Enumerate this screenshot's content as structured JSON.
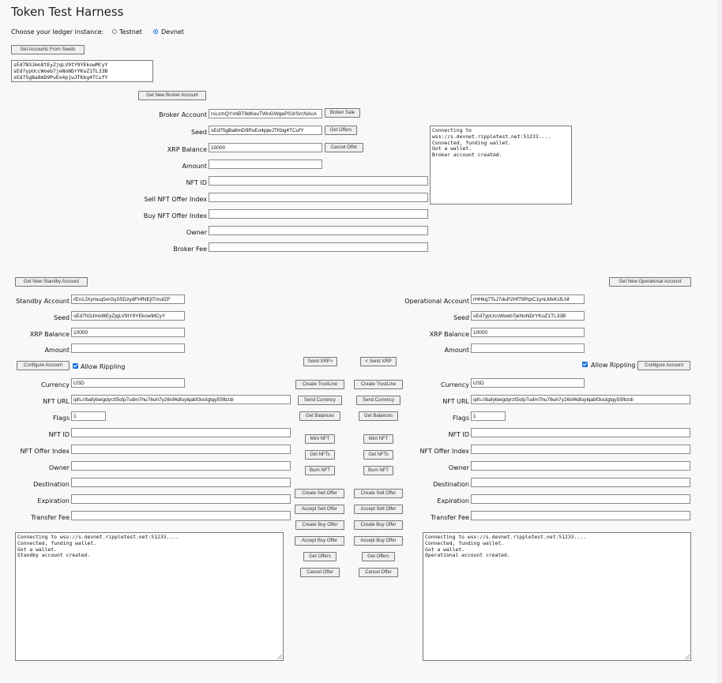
{
  "page": {
    "title": "Token Test Harness",
    "ledger_prompt": "Choose your ledger instance:",
    "ledger_options": [
      "Testnet",
      "Devnet"
    ],
    "ledger_selected": "Devnet"
  },
  "seeds": {
    "button": "Get Accounts From Seeds",
    "text": "sEd7N3Jmn8tEyZjqLV9tY9YEkowMCyY\nsEd7ypUccWoeb7jeNoNDrYKoZ1TL33B\nsEd75gBa8mD9PuEo4pjwJTKbg4TCufY"
  },
  "broker": {
    "new_button": "Get New Broker Account",
    "labels": {
      "account": "Broker Account",
      "seed": "Seed",
      "xrp_balance": "XRP Balance",
      "amount": "Amount",
      "nft_id": "NFT ID",
      "sell_offer_index": "Sell NFT Offer Index",
      "buy_offer_index": "Buy NFT Offer Index",
      "owner": "Owner",
      "broker_fee": "Broker Fee"
    },
    "values": {
      "account": "rsLcmQYshBT9dKeuTWoGWgePS3rSrcNAcA",
      "seed": "sEd75gBa8mD9PuEo4pjwJTKbg4TCufY",
      "xrp_balance": "10000",
      "amount": "",
      "nft_id": "",
      "sell_offer_index": "",
      "buy_offer_index": "",
      "owner": "",
      "broker_fee": ""
    },
    "buttons": {
      "broker_sale": "Broker Sale",
      "get_offers": "Get Offers",
      "cancel_offer": "Cancel Offer"
    },
    "log": "Connecting to\nwss://s.devnet.rippletest.net:51233....\nConnected, funding wallet.\nGot a wallet.\nBroker account created."
  },
  "standby": {
    "new_button": "Get New Standby Account",
    "labels": {
      "account": "Standby Account",
      "seed": "Seed",
      "xrp_balance": "XRP Balance",
      "amount": "Amount",
      "allow_rippling": "Allow Rippling",
      "currency": "Currency",
      "nft_url": "NFT URL",
      "flags": "Flags",
      "nft_id": "NFT ID",
      "nft_offer_index": "NFT Offer Index",
      "owner": "Owner",
      "destination": "Destination",
      "expiration": "Expiration",
      "transfer_fee": "Transfer Fee"
    },
    "values": {
      "account": "rEn1JXymuq5xrGyS5DzydFHfNEjtTmufZF",
      "seed": "sEd7N3Jmn8tEyZjqLV9tY9YEkowMCyY",
      "xrp_balance": "10000",
      "amount": "",
      "currency": "USD",
      "nft_url": "ipfs://bafybeigdyrzt5sfp7udm7hu76uh7y26nf4dfuylqabf3oclgtqy55fbzdi",
      "flags": "1",
      "nft_id": "",
      "nft_offer_index": "",
      "owner": "",
      "destination": "",
      "expiration": "",
      "transfer_fee": ""
    },
    "configure_button": "Configure Account",
    "allow_rippling_checked": true,
    "log": "Connecting to wss://s.devnet.rippletest.net:51233....\nConnected, funding wallet.\nGot a wallet.\nStandby account created."
  },
  "operational": {
    "new_button": "Get New Operational Account",
    "labels": {
      "account": "Operational Account",
      "seed": "Seed",
      "xrp_balance": "XRP Balance",
      "amount": "Amount",
      "allow_rippling": "Allow Rippling",
      "currency": "Currency",
      "nft_url": "NFT URL",
      "flags": "Flags",
      "nft_id": "NFT ID",
      "nft_offer_index": "NFT Offer Index",
      "owner": "Owner",
      "destination": "Destination",
      "expiration": "Expiration",
      "transfer_fee": "Transfer Fee"
    },
    "values": {
      "account": "rHHkq7TsJ7duP2HfT9PqrC1ynLMxKcfLNf",
      "seed": "sEd7ypUccWoeb7jeNoNDrYKoZ1TL33B",
      "xrp_balance": "10000",
      "amount": "",
      "currency": "USD",
      "nft_url": "ipfs://bafybeigdyrzt5sfp7udm7hu76uh7y26nf4dfuylqabf3oclgtqy55fbzdi",
      "flags": "1",
      "nft_id": "",
      "nft_offer_index": "",
      "owner": "",
      "destination": "",
      "expiration": "",
      "transfer_fee": ""
    },
    "configure_button": "Configure Account",
    "allow_rippling_checked": true,
    "log": "Connecting to wss://s.devnet.rippletest.net:51233....\nConnected, funding wallet.\nGot a wallet.\nOperational account created."
  },
  "middle": {
    "left": {
      "send_xrp": "Send XRP>",
      "create_trustline": "Create TrustLine",
      "send_currency": "Send Currency",
      "get_balances": "Get Balances",
      "mint_nft": "Mint NFT",
      "get_nfts": "Get NFTs",
      "burn_nft": "Burn NFT",
      "create_sell_offer": "Create Sell Offer",
      "accept_sell_offer": "Accept Sell Offer",
      "create_buy_offer": "Create Buy Offer",
      "accept_buy_offer": "Accept Buy Offer",
      "get_offers": "Get Offers",
      "cancel_offer": "Cancel Offer"
    },
    "right": {
      "send_xrp": "< Send XRP",
      "create_trustline": "Create TrustLine",
      "send_currency": "Send Currency",
      "get_balances": "Get Balances",
      "mint_nft": "Mint NFT",
      "get_nfts": "Get NFTs",
      "burn_nft": "Burn NFT",
      "create_sell_offer": "Create Sell Offer",
      "accept_sell_offer": "Accept Sell Offer",
      "create_buy_offer": "Create Buy Offer",
      "accept_buy_offer": "Accept Buy Offer",
      "get_offers": "Get Offers",
      "cancel_offer": "Cancel Offer"
    }
  }
}
